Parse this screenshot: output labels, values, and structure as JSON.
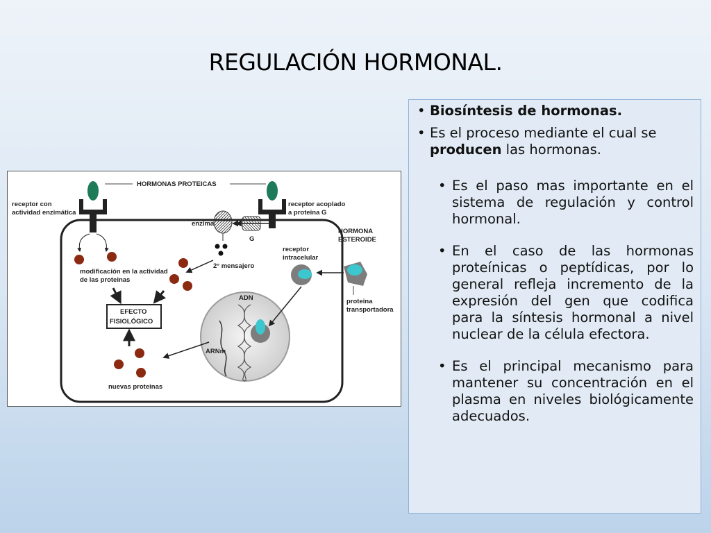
{
  "slide": {
    "title": "REGULACIÓN HORMONAL."
  },
  "bullets": {
    "item1": "Biosíntesis de hormonas.",
    "item2_pre": "Es el proceso mediante el cual se ",
    "item2_bold": "producen",
    "item2_post": " las hormonas.",
    "sub1": "Es el paso mas importante en el sistema de regulación y control hormonal.",
    "sub2": "En el caso de las hormonas proteínicas o peptídicas, por lo general refleja incremento de la expresión del gen que codifica para la síntesis hormonal a nivel nuclear de la célula efectora.",
    "sub3": "Es el principal mecanismo para mantener su concentración en el plasma en niveles biológicamente adecuados."
  },
  "diagram": {
    "hormonas_proteicas": "HORMONAS PROTEICAS",
    "receptor_enzimatico_1": "receptor con",
    "receptor_enzimatico_2": "actividad enzimática",
    "receptor_g_1": "receptor acoplado",
    "receptor_g_2": "a proteina G",
    "enzima": "enzima",
    "g": "G",
    "hormona_esteroide_1": "HORMONA",
    "hormona_esteroide_2": "ESTEROIDE",
    "receptor_intracelular_1": "receptor",
    "receptor_intracelular_2": "intracelular",
    "segundo_mensajero": "2° mensajero",
    "modificacion_1": "modificación en la actividad",
    "modificacion_2": "de las proteinas",
    "efecto_1": "EFECTO",
    "efecto_2": "FISIOLÓGICO",
    "adn": "ADN",
    "arnm": "ARNm",
    "proteina_transportadora_1": "proteina",
    "proteina_transportadora_2": "transportadora",
    "nuevas_proteinas": "nuevas proteinas"
  },
  "colors": {
    "hormone_green": "#1f7a5a",
    "protein_brown": "#8b2a10",
    "steroid_cyan": "#3cc7cf",
    "receptor_gray": "#7d7d7d"
  }
}
